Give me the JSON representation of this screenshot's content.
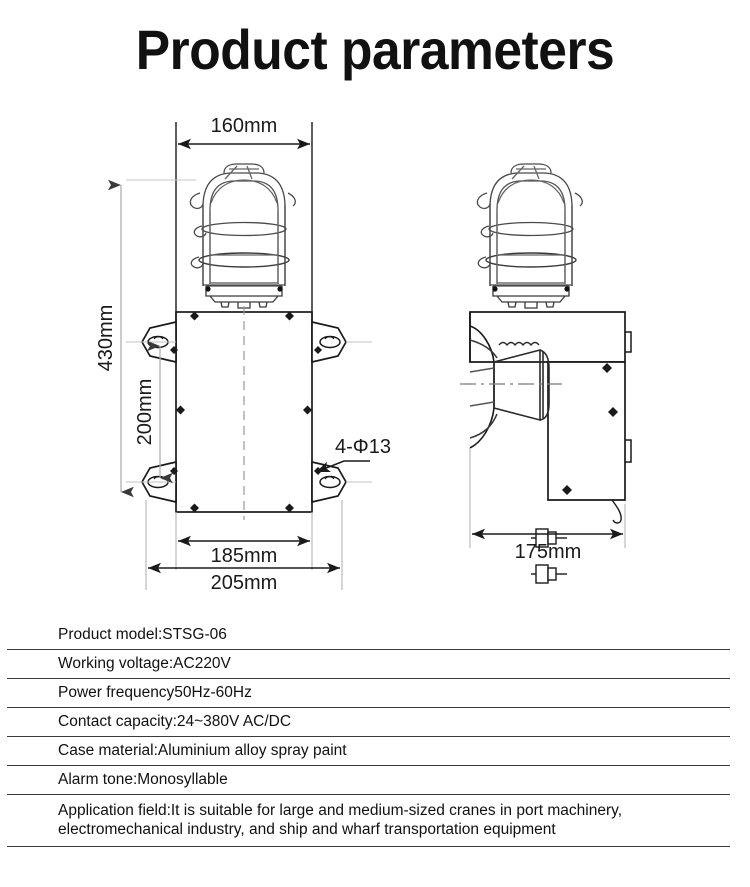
{
  "page": {
    "title": "Product parameters",
    "background_color": "#ffffff",
    "line_color": "#1a1a1a",
    "thin_line_color": "#b9b9b9"
  },
  "drawings": {
    "front_view": {
      "name": "front-view",
      "dimensions": {
        "width_top": "160mm",
        "height_total": "430mm",
        "height_inner": "200mm",
        "width_inner": "185mm",
        "width_outer": "205mm",
        "hole_callout": "4-Φ13"
      }
    },
    "side_view": {
      "name": "side-view",
      "dimensions": {
        "depth": "175mm"
      }
    }
  },
  "spec_table": {
    "rows": [
      {
        "text": "Product model:STSG-06"
      },
      {
        "text": "Working voltage:AC220V"
      },
      {
        "text": "Power frequency50Hz-60Hz"
      },
      {
        "text": "Contact capacity:24~380V AC/DC"
      },
      {
        "text": "Case material:Aluminium alloy spray paint"
      },
      {
        "text": "Alarm tone:Monosyllable"
      },
      {
        "text": "Application field:It is suitable for large and medium-sized cranes in port machinery, electromechanical industry, and ship and  wharf transportation equipment"
      }
    ]
  }
}
